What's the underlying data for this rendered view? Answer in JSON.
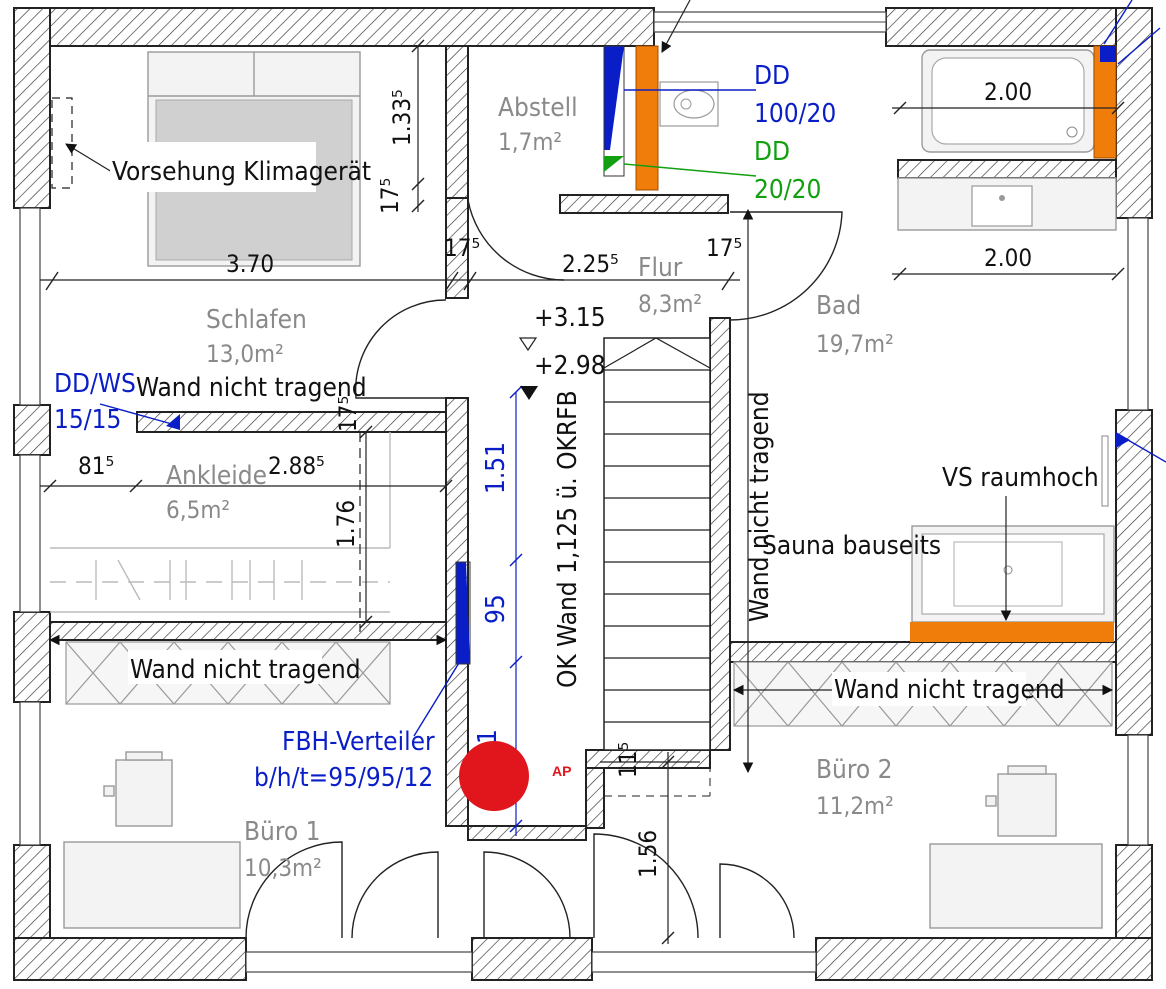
{
  "rooms": {
    "schlafen": {
      "name": "Schlafen",
      "area": "13,0m²"
    },
    "ankleide": {
      "name": "Ankleide",
      "area": "6,5m²"
    },
    "abstell": {
      "name": "Abstell",
      "area": "1,7m²"
    },
    "flur": {
      "name": "Flur",
      "area": "8,3m²"
    },
    "bad": {
      "name": "Bad",
      "area": "19,7m²"
    },
    "buero1": {
      "name": "Büro 1",
      "area": "10,3m²"
    },
    "buero2": {
      "name": "Büro 2",
      "area": "11,2m²"
    }
  },
  "labels": {
    "klimageraet": "Vorsehung Klimagerät",
    "wand_schlafen": "Wand nicht tragend",
    "wand_buero1": "Wand nicht tragend",
    "wand_buero2": "Wand nicht tragend",
    "wand_vertical": "Wand nicht tragend",
    "ok_wand": "OK Wand 1,125 ü. OKRFB",
    "sauna": "Sauna bauseits",
    "vs_raumhoch": "VS raumhoch",
    "level_upper": "+3.15",
    "level_lower": "+2.98",
    "ap": "AP"
  },
  "annotations_blue": {
    "dd1_line1": "DD",
    "dd1_line2": "100/20",
    "ddws_line1": "DD/WS",
    "ddws_line2": "15/15",
    "fbh_line1": "FBH-Verteiler",
    "fbh_line2": "b/h/t=95/95/12"
  },
  "annotations_green": {
    "dd2_line1": "DD",
    "dd2_line2": "20/20"
  },
  "dimensions": {
    "d_133": "1.33⁵",
    "d_17a": "17⁵",
    "d_370": "3.70",
    "d_17b": "17⁵",
    "d_225": "2.25⁵",
    "d_17c": "17⁵",
    "d_200a": "2.00",
    "d_200b": "2.00",
    "d_81": "81⁵",
    "d_288": "2.88⁵",
    "d_17d": "17⁵",
    "d_176": "1.76",
    "d_151": "1.51",
    "d_95": "95",
    "d_1bottom": "1",
    "d_11": "11⁵",
    "d_156": "1.56"
  },
  "colors": {
    "wall_hatch": "#222222",
    "blue": "#0a1ec8",
    "green": "#12a012",
    "orange": "#f07d0a",
    "red_marker": "#e0161c",
    "room_text": "#8a8a8a"
  }
}
